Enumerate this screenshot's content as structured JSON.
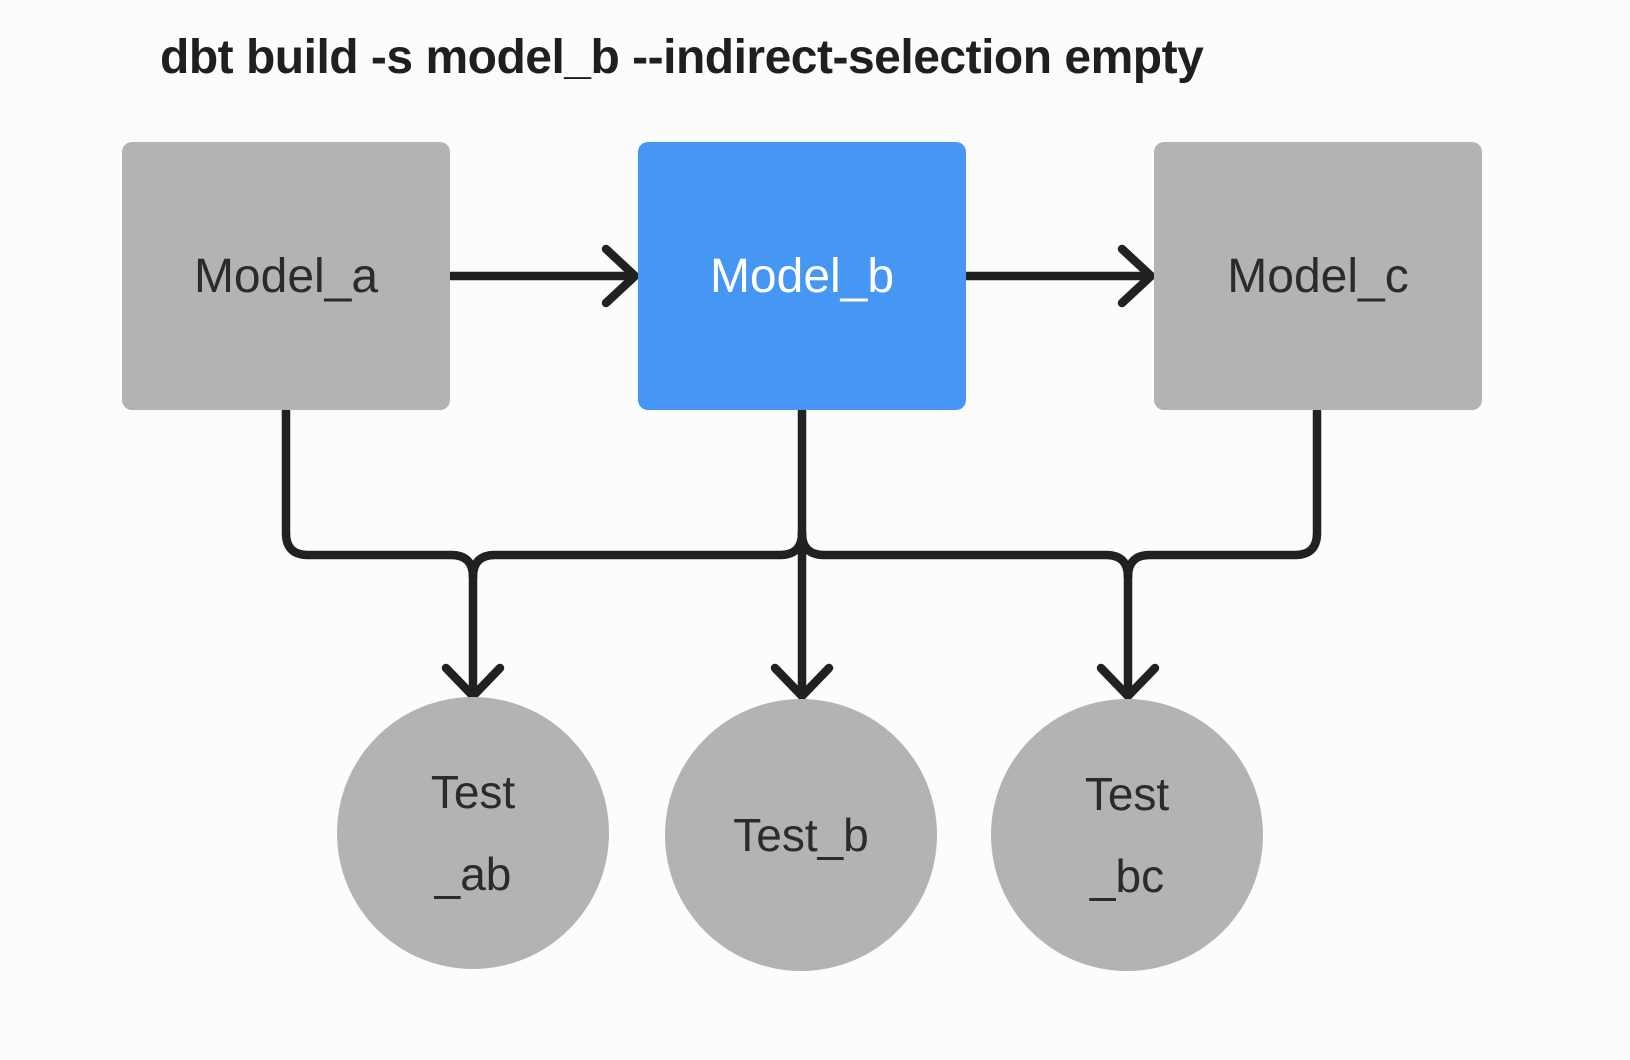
{
  "title": {
    "text": "dbt build -s model_b --indirect-selection empty"
  },
  "colors": {
    "bg": "#fcfcfc",
    "node_gray": "#b3b3b3",
    "node_blue": "#4697f3",
    "edge": "#212121",
    "label_dark": "#2b2b2b",
    "label_light": "#ffffff",
    "title_color": "#1f1f1f"
  },
  "nodes": {
    "model_a": {
      "label": "Model_a",
      "kind": "model",
      "highlighted": false
    },
    "model_b": {
      "label": "Model_b",
      "kind": "model",
      "highlighted": true
    },
    "model_c": {
      "label": "Model_c",
      "kind": "model",
      "highlighted": false
    },
    "test_ab": {
      "line1": "Test",
      "line2": "_ab",
      "kind": "test"
    },
    "test_b": {
      "line1": "Test_b",
      "kind": "test"
    },
    "test_bc": {
      "line1": "Test",
      "line2": "_bc",
      "kind": "test"
    }
  },
  "edges": [
    {
      "from": "model_a",
      "to": "model_b",
      "arrow": true
    },
    {
      "from": "model_b",
      "to": "model_c",
      "arrow": true
    },
    {
      "from": "model_a",
      "to": "test_ab",
      "arrow": true
    },
    {
      "from": "model_b",
      "to": "test_ab",
      "arrow": true
    },
    {
      "from": "model_b",
      "to": "test_b",
      "arrow": true
    },
    {
      "from": "model_b",
      "to": "test_bc",
      "arrow": true
    },
    {
      "from": "model_c",
      "to": "test_bc",
      "arrow": true
    }
  ]
}
